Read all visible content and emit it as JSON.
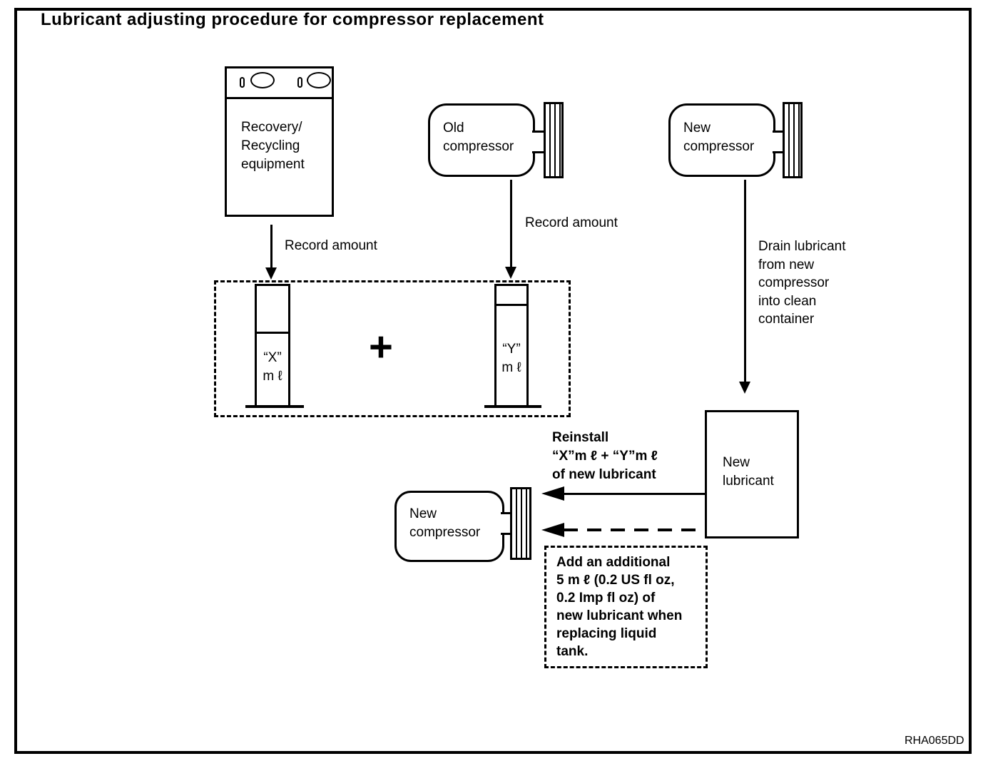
{
  "page": {
    "title": "Lubricant adjusting procedure for compressor replacement",
    "figure_code": "RHA065DD"
  },
  "nodes": {
    "recovery_equipment": {
      "label": "Recovery/\nRecycling\nequipment"
    },
    "old_compressor": {
      "label": "Old\ncompressor"
    },
    "new_compressor_top": {
      "label": "New\ncompressor"
    },
    "new_lubricant": {
      "label": "New\nlubricant"
    },
    "new_compressor_bottom": {
      "label": "New\ncompressor"
    },
    "cylinder_x": {
      "label": "“X”\nm ℓ"
    },
    "cylinder_y": {
      "label": "“Y”\nm ℓ"
    },
    "plus_sign": "+"
  },
  "annotations": {
    "record_amount_left": "Record amount",
    "record_amount_right": "Record amount",
    "drain_note": "Drain lubricant\nfrom new\ncompressor\ninto clean\ncontainer",
    "reinstall_note": "Reinstall\n“X”m ℓ  +  “Y”m ℓ\nof new lubricant",
    "additional_note": "Add an additional\n5 m ℓ  (0.2 US fl oz,\n0.2 Imp fl oz) of\nnew lubricant when\nreplacing liquid\ntank."
  },
  "colors": {
    "ink": "#000000",
    "paper": "#ffffff"
  }
}
